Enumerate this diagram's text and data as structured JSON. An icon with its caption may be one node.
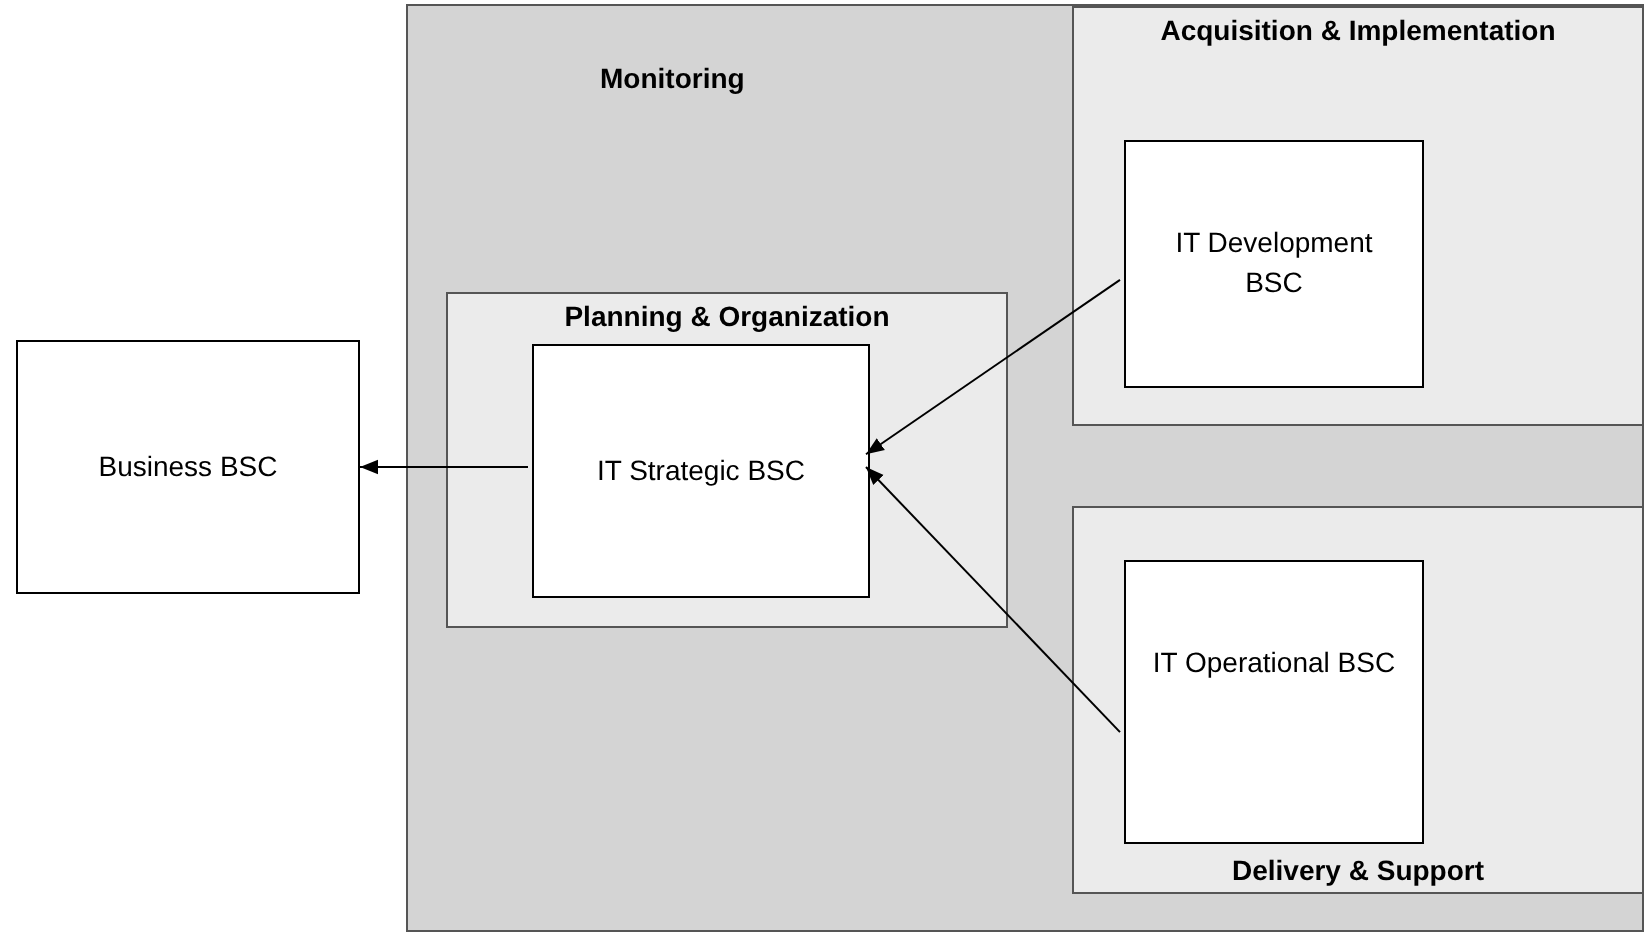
{
  "diagram": {
    "nodes": [
      {
        "text": [
          "Monitoring"
        ]
      },
      {
        "text": [
          "Acquisition & Implementation"
        ],
        "in": 0
      },
      {
        "text": [
          "IT Development BSC"
        ],
        "in": 1
      },
      {
        "text": [
          "Business BSC"
        ]
      },
      {
        "text": [
          "Planning & Organization"
        ],
        "in": 0
      },
      {
        "text": [
          "IT Strategic BSC"
        ],
        "in": 4
      },
      {
        "text": [
          "Delivery & Support"
        ],
        "in": 0
      },
      {
        "text": [
          "IT Operational BSC"
        ],
        "in": 6
      }
    ],
    "edges": [
      {
        "from": 5,
        "to": 3,
        "arrow": "to"
      },
      {
        "from": 2,
        "to": 5,
        "arrow": "to"
      },
      {
        "from": 7,
        "to": 5,
        "arrow": "to"
      }
    ]
  }
}
